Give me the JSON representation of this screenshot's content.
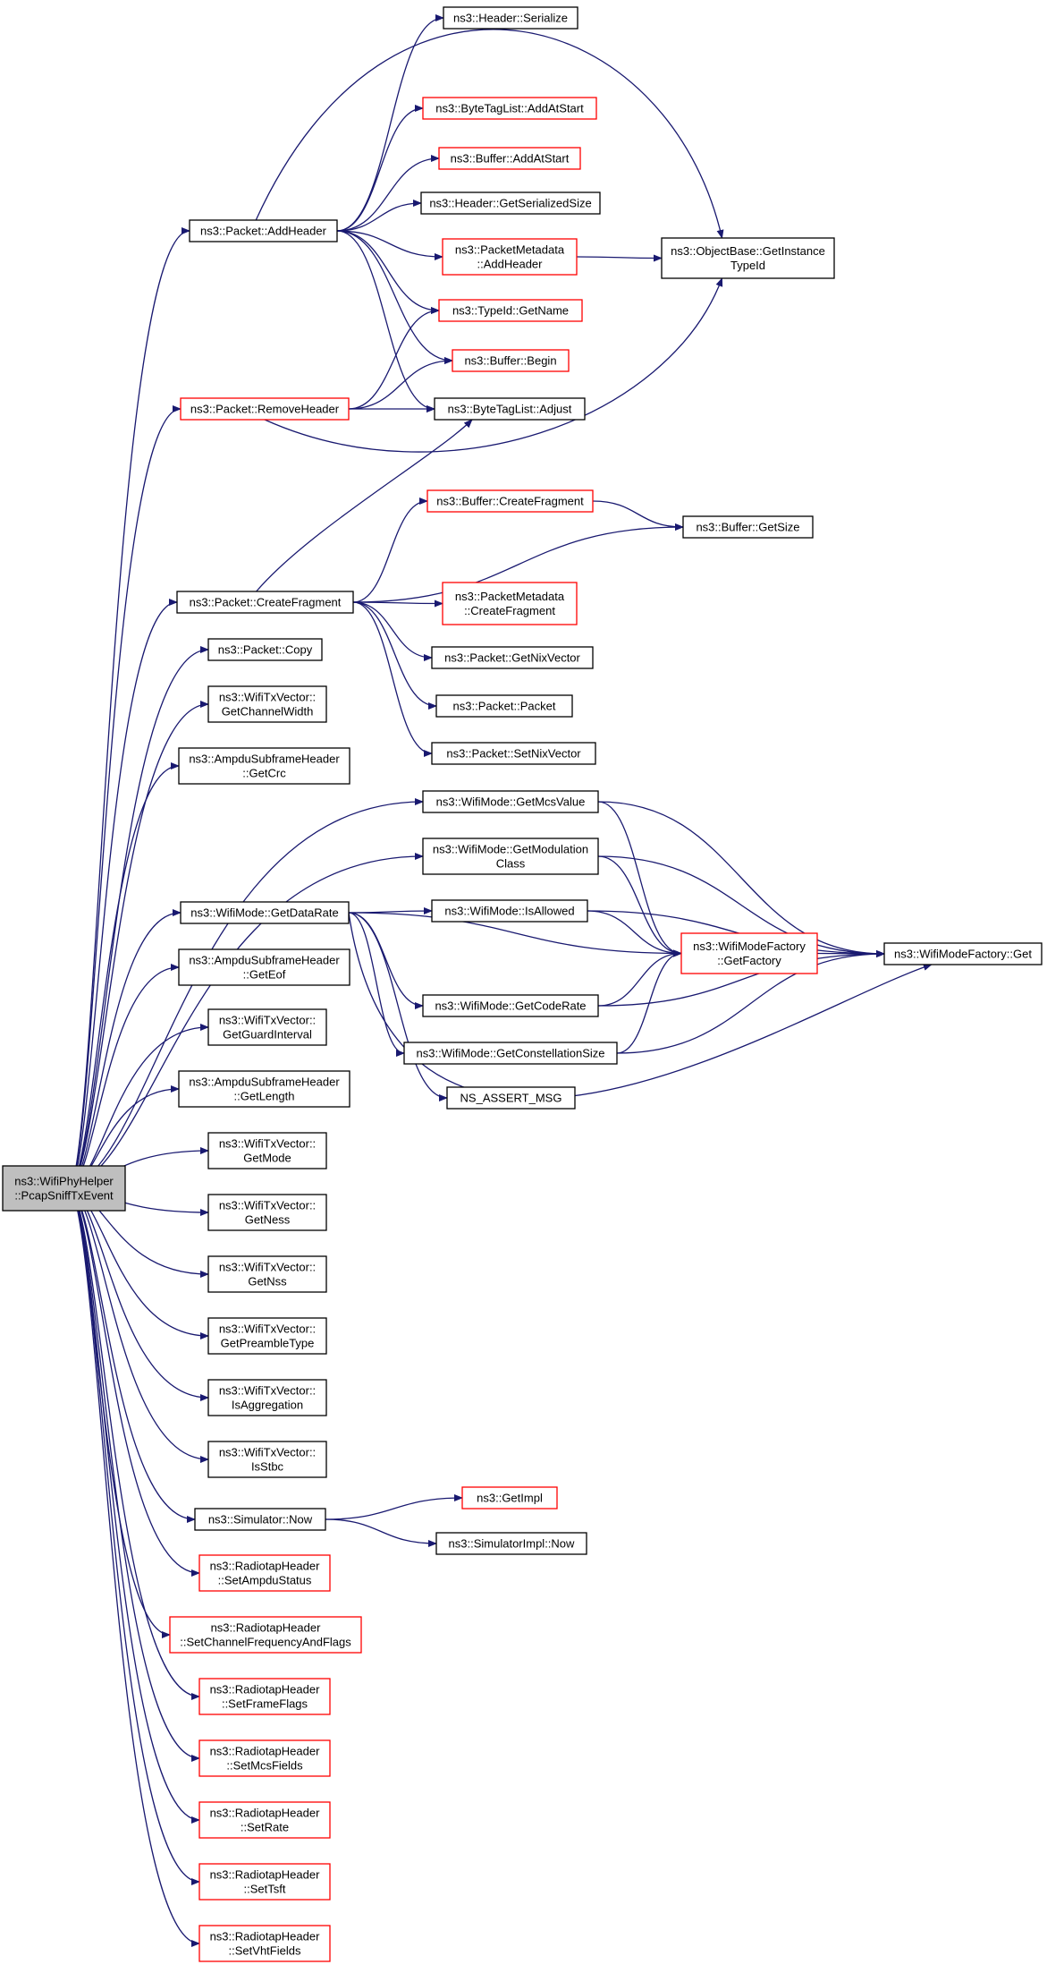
{
  "colors": {
    "edge": "#191970",
    "border_black": "#000000",
    "border_red": "#ff0000",
    "root_fill": "#bfbfbf",
    "node_fill": "#ffffff"
  },
  "nodes": [
    {
      "id": "root",
      "lines": [
        "ns3::WifiPhyHelper",
        "::PcapSniffTxEvent"
      ],
      "border": "gray"
    },
    {
      "id": "addheader",
      "lines": [
        "ns3::Packet::AddHeader"
      ],
      "border": "black"
    },
    {
      "id": "removeheader",
      "lines": [
        "ns3::Packet::RemoveHeader"
      ],
      "border": "red"
    },
    {
      "id": "createfragment",
      "lines": [
        "ns3::Packet::CreateFragment"
      ],
      "border": "black"
    },
    {
      "id": "copy",
      "lines": [
        "ns3::Packet::Copy"
      ],
      "border": "black"
    },
    {
      "id": "getchannelwidth",
      "lines": [
        "ns3::WifiTxVector::",
        "GetChannelWidth"
      ],
      "border": "black"
    },
    {
      "id": "getcrc",
      "lines": [
        "ns3::AmpduSubframeHeader",
        "::GetCrc"
      ],
      "border": "black"
    },
    {
      "id": "getdatarate",
      "lines": [
        "ns3::WifiMode::GetDataRate"
      ],
      "border": "black"
    },
    {
      "id": "geteof",
      "lines": [
        "ns3::AmpduSubframeHeader",
        "::GetEof"
      ],
      "border": "black"
    },
    {
      "id": "getguardinterval",
      "lines": [
        "ns3::WifiTxVector::",
        "GetGuardInterval"
      ],
      "border": "black"
    },
    {
      "id": "getlength",
      "lines": [
        "ns3::AmpduSubframeHeader",
        "::GetLength"
      ],
      "border": "black"
    },
    {
      "id": "getmode",
      "lines": [
        "ns3::WifiTxVector::",
        "GetMode"
      ],
      "border": "black"
    },
    {
      "id": "getness",
      "lines": [
        "ns3::WifiTxVector::",
        "GetNess"
      ],
      "border": "black"
    },
    {
      "id": "getnss",
      "lines": [
        "ns3::WifiTxVector::",
        "GetNss"
      ],
      "border": "black"
    },
    {
      "id": "getpreambletype",
      "lines": [
        "ns3::WifiTxVector::",
        "GetPreambleType"
      ],
      "border": "black"
    },
    {
      "id": "isaggregation",
      "lines": [
        "ns3::WifiTxVector::",
        "IsAggregation"
      ],
      "border": "black"
    },
    {
      "id": "isstbc",
      "lines": [
        "ns3::WifiTxVector::",
        "IsStbc"
      ],
      "border": "black"
    },
    {
      "id": "simnow",
      "lines": [
        "ns3::Simulator::Now"
      ],
      "border": "black"
    },
    {
      "id": "setampdustatus",
      "lines": [
        "ns3::RadiotapHeader",
        "::SetAmpduStatus"
      ],
      "border": "red"
    },
    {
      "id": "setchannelfreq",
      "lines": [
        "ns3::RadiotapHeader",
        "::SetChannelFrequencyAndFlags"
      ],
      "border": "red"
    },
    {
      "id": "setframeflags",
      "lines": [
        "ns3::RadiotapHeader",
        "::SetFrameFlags"
      ],
      "border": "red"
    },
    {
      "id": "setmcsfields",
      "lines": [
        "ns3::RadiotapHeader",
        "::SetMcsFields"
      ],
      "border": "red"
    },
    {
      "id": "setrate",
      "lines": [
        "ns3::RadiotapHeader",
        "::SetRate"
      ],
      "border": "red"
    },
    {
      "id": "settsft",
      "lines": [
        "ns3::RadiotapHeader",
        "::SetTsft"
      ],
      "border": "red"
    },
    {
      "id": "setvhtfields",
      "lines": [
        "ns3::RadiotapHeader",
        "::SetVhtFields"
      ],
      "border": "red"
    },
    {
      "id": "hdrserialize",
      "lines": [
        "ns3::Header::Serialize"
      ],
      "border": "black"
    },
    {
      "id": "btladdatstart",
      "lines": [
        "ns3::ByteTagList::AddAtStart"
      ],
      "border": "red"
    },
    {
      "id": "bufaddatstart",
      "lines": [
        "ns3::Buffer::AddAtStart"
      ],
      "border": "red"
    },
    {
      "id": "hdrgetsize",
      "lines": [
        "ns3::Header::GetSerializedSize"
      ],
      "border": "black"
    },
    {
      "id": "pmaddheader",
      "lines": [
        "ns3::PacketMetadata",
        "::AddHeader"
      ],
      "border": "red"
    },
    {
      "id": "typeidgetname",
      "lines": [
        "ns3::TypeId::GetName"
      ],
      "border": "red"
    },
    {
      "id": "bufbegin",
      "lines": [
        "ns3::Buffer::Begin"
      ],
      "border": "red"
    },
    {
      "id": "btladjust",
      "lines": [
        "ns3::ByteTagList::Adjust"
      ],
      "border": "black"
    },
    {
      "id": "objbase",
      "lines": [
        "ns3::ObjectBase::GetInstance",
        "TypeId"
      ],
      "border": "black"
    },
    {
      "id": "bufcreatefragment",
      "lines": [
        "ns3::Buffer::CreateFragment"
      ],
      "border": "red"
    },
    {
      "id": "bufgetsize",
      "lines": [
        "ns3::Buffer::GetSize"
      ],
      "border": "black"
    },
    {
      "id": "pmcreatefragment",
      "lines": [
        "ns3::PacketMetadata",
        "::CreateFragment"
      ],
      "border": "red"
    },
    {
      "id": "getnixvector",
      "lines": [
        "ns3::Packet::GetNixVector"
      ],
      "border": "black"
    },
    {
      "id": "packetctor",
      "lines": [
        "ns3::Packet::Packet"
      ],
      "border": "black"
    },
    {
      "id": "setnixvector",
      "lines": [
        "ns3::Packet::SetNixVector"
      ],
      "border": "black"
    },
    {
      "id": "getmcsvalue",
      "lines": [
        "ns3::WifiMode::GetMcsValue"
      ],
      "border": "black"
    },
    {
      "id": "getmodclass",
      "lines": [
        "ns3::WifiMode::GetModulation",
        "Class"
      ],
      "border": "black"
    },
    {
      "id": "isallowed",
      "lines": [
        "ns3::WifiMode::IsAllowed"
      ],
      "border": "black"
    },
    {
      "id": "factorygetfactory",
      "lines": [
        "ns3::WifiModeFactory",
        "::GetFactory"
      ],
      "border": "red"
    },
    {
      "id": "factoryget",
      "lines": [
        "ns3::WifiModeFactory::Get"
      ],
      "border": "black"
    },
    {
      "id": "getcoderate",
      "lines": [
        "ns3::WifiMode::GetCodeRate"
      ],
      "border": "black"
    },
    {
      "id": "getconstsize",
      "lines": [
        "ns3::WifiMode::GetConstellationSize"
      ],
      "border": "black"
    },
    {
      "id": "nsassert",
      "lines": [
        "NS_ASSERT_MSG"
      ],
      "border": "black"
    },
    {
      "id": "getimpl",
      "lines": [
        "ns3::GetImpl"
      ],
      "border": "red"
    },
    {
      "id": "simimplnow",
      "lines": [
        "ns3::SimulatorImpl::Now"
      ],
      "border": "black"
    }
  ],
  "edges": [
    [
      "root",
      "addheader"
    ],
    [
      "root",
      "removeheader"
    ],
    [
      "root",
      "createfragment"
    ],
    [
      "root",
      "copy"
    ],
    [
      "root",
      "getchannelwidth"
    ],
    [
      "root",
      "getcrc"
    ],
    [
      "root",
      "getmcsvalue"
    ],
    [
      "root",
      "getmodclass"
    ],
    [
      "root",
      "getdatarate"
    ],
    [
      "root",
      "geteof"
    ],
    [
      "root",
      "getguardinterval"
    ],
    [
      "root",
      "getlength"
    ],
    [
      "root",
      "getmode"
    ],
    [
      "root",
      "getness"
    ],
    [
      "root",
      "getnss"
    ],
    [
      "root",
      "getpreambletype"
    ],
    [
      "root",
      "isaggregation"
    ],
    [
      "root",
      "isstbc"
    ],
    [
      "root",
      "simnow"
    ],
    [
      "root",
      "setampdustatus"
    ],
    [
      "root",
      "setchannelfreq"
    ],
    [
      "root",
      "setframeflags"
    ],
    [
      "root",
      "setmcsfields"
    ],
    [
      "root",
      "setrate"
    ],
    [
      "root",
      "settsft"
    ],
    [
      "root",
      "setvhtfields"
    ],
    [
      "addheader",
      "hdrserialize"
    ],
    [
      "addheader",
      "objbase"
    ],
    [
      "addheader",
      "btladdatstart"
    ],
    [
      "addheader",
      "bufaddatstart"
    ],
    [
      "addheader",
      "hdrgetsize"
    ],
    [
      "addheader",
      "pmaddheader"
    ],
    [
      "addheader",
      "typeidgetname"
    ],
    [
      "addheader",
      "bufbegin"
    ],
    [
      "addheader",
      "btladjust"
    ],
    [
      "pmaddheader",
      "objbase"
    ],
    [
      "removeheader",
      "typeidgetname"
    ],
    [
      "removeheader",
      "bufbegin"
    ],
    [
      "removeheader",
      "btladjust"
    ],
    [
      "removeheader",
      "objbase"
    ],
    [
      "createfragment",
      "btladjust"
    ],
    [
      "createfragment",
      "bufcreatefragment"
    ],
    [
      "createfragment",
      "bufgetsize"
    ],
    [
      "createfragment",
      "pmcreatefragment"
    ],
    [
      "createfragment",
      "getnixvector"
    ],
    [
      "createfragment",
      "packetctor"
    ],
    [
      "createfragment",
      "setnixvector"
    ],
    [
      "bufcreatefragment",
      "bufgetsize"
    ],
    [
      "getmcsvalue",
      "factorygetfactory"
    ],
    [
      "getmcsvalue",
      "factoryget"
    ],
    [
      "getmodclass",
      "factorygetfactory"
    ],
    [
      "getmodclass",
      "factoryget"
    ],
    [
      "getdatarate",
      "isallowed"
    ],
    [
      "getdatarate",
      "factorygetfactory"
    ],
    [
      "getdatarate",
      "getcoderate"
    ],
    [
      "getdatarate",
      "getconstsize"
    ],
    [
      "getdatarate",
      "nsassert"
    ],
    [
      "getdatarate",
      "factoryget"
    ],
    [
      "isallowed",
      "factorygetfactory"
    ],
    [
      "isallowed",
      "factoryget"
    ],
    [
      "factorygetfactory",
      "factoryget"
    ],
    [
      "getcoderate",
      "factorygetfactory"
    ],
    [
      "getcoderate",
      "factoryget"
    ],
    [
      "getconstsize",
      "factorygetfactory"
    ],
    [
      "getconstsize",
      "factoryget"
    ],
    [
      "simnow",
      "getimpl"
    ],
    [
      "simnow",
      "simimplnow"
    ]
  ]
}
